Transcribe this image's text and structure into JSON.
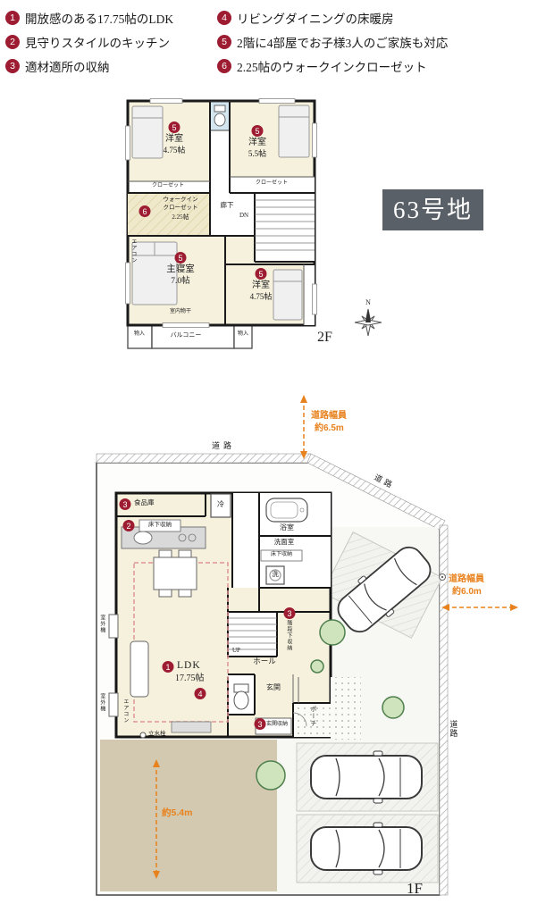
{
  "colors": {
    "badge_red": "#9d1c31",
    "accent_orange": "#e8821e",
    "lot_bg": "#5a6067",
    "room_cream": "#f6f1dd",
    "garden_tan": "#d2c9b0"
  },
  "features": {
    "left": [
      {
        "num": "1",
        "text": "開放感のある17.75帖のLDK"
      },
      {
        "num": "2",
        "text": "見守りスタイルのキッチン"
      },
      {
        "num": "3",
        "text": "適材適所の収納"
      }
    ],
    "right": [
      {
        "num": "4",
        "text": "リビングダイニングの床暖房"
      },
      {
        "num": "5",
        "text": "2階に4部屋でお子様3人のご家族も対応"
      },
      {
        "num": "6",
        "text": "2.25帖のウォークインクローゼット"
      }
    ]
  },
  "lot": {
    "label": "63号地"
  },
  "compass": {
    "label": "N"
  },
  "floor2": {
    "floor_label": "2F",
    "room_nw": {
      "badge": "5",
      "name": "洋室",
      "size": "4.75帖"
    },
    "room_ne": {
      "badge": "5",
      "name": "洋室",
      "size": "5.5帖"
    },
    "closet_nw": "クローゼット",
    "closet_ne": "クローゼット",
    "wic": {
      "badge": "6",
      "line1": "ウォークイン",
      "line2": "クローゼット",
      "size": "2.25帖"
    },
    "corridor": "廊下",
    "dn": "DN",
    "aircon": "エアコン",
    "master": {
      "badge": "5",
      "name": "主寝室",
      "size": "7.0帖"
    },
    "room_se": {
      "badge": "5",
      "name": "洋室",
      "size": "4.75帖"
    },
    "monohoshi": "室内物干",
    "balcony": "バルコニー",
    "mono_left": "物入",
    "mono_right": "物入"
  },
  "floor1": {
    "floor_label": "1F",
    "road_top": "道路",
    "road_diagonal": "道路",
    "road_right": "道路",
    "dim_top": {
      "line1": "道路幅員",
      "line2": "約6.5m"
    },
    "dim_right": {
      "line1": "道路幅員",
      "line2": "約6.0m"
    },
    "dim_garden": "約5.4m",
    "pantry": {
      "badge": "3",
      "label": "食品庫"
    },
    "kitchen": {
      "badge": "2",
      "underfloor": "床下収納"
    },
    "fridge": "冷",
    "bath": "浴室",
    "washroom": {
      "label": "洗面室",
      "washer": "洗",
      "underfloor": "床下収納"
    },
    "stairs": {
      "up": "UP",
      "storage_badge": "3",
      "storage": "階段下収納"
    },
    "hall": "ホール",
    "ldk": {
      "badge_ldk": "1",
      "name": "LDK",
      "size": "17.75帖",
      "badge_heating": "4"
    },
    "entrance": {
      "label": "玄関",
      "porch": "ポーチ",
      "storage_badge": "3",
      "storage": "玄関収納"
    },
    "outdoor_unit_1": "室外機",
    "outdoor_unit_2": "室外機",
    "aircon": "エアコン",
    "faucet": "立水栓"
  }
}
